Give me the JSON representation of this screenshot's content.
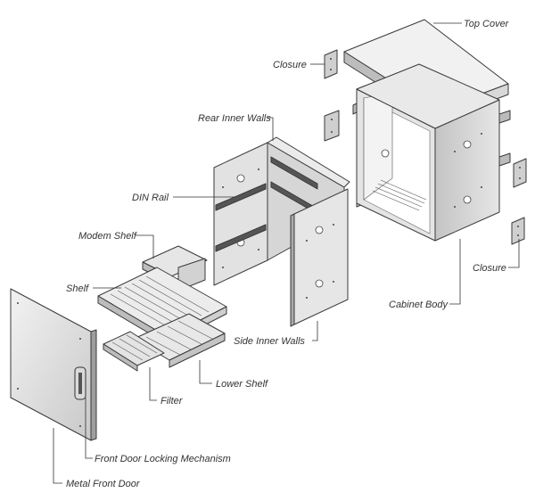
{
  "labels": {
    "top_cover": "Top Cover",
    "closure_top": "Closure",
    "rear_inner_walls": "Rear Inner Walls",
    "din_rail": "DIN Rail",
    "modem_shelf": "Modem Shelf",
    "shelf": "Shelf",
    "closure_right": "Closure",
    "cabinet_body": "Cabinet Body",
    "side_inner_walls": "Side Inner Walls",
    "lower_shelf": "Lower Shelf",
    "filter": "Filter",
    "front_door_locking": "Front Door Locking Mechanism",
    "metal_front_door": "Metal Front Door"
  },
  "colors": {
    "metal_light": "#ececec",
    "metal_mid": "#d2d2d2",
    "metal_dark": "#a9a9a9",
    "line": "#3a3a3a",
    "text": "#333333"
  }
}
